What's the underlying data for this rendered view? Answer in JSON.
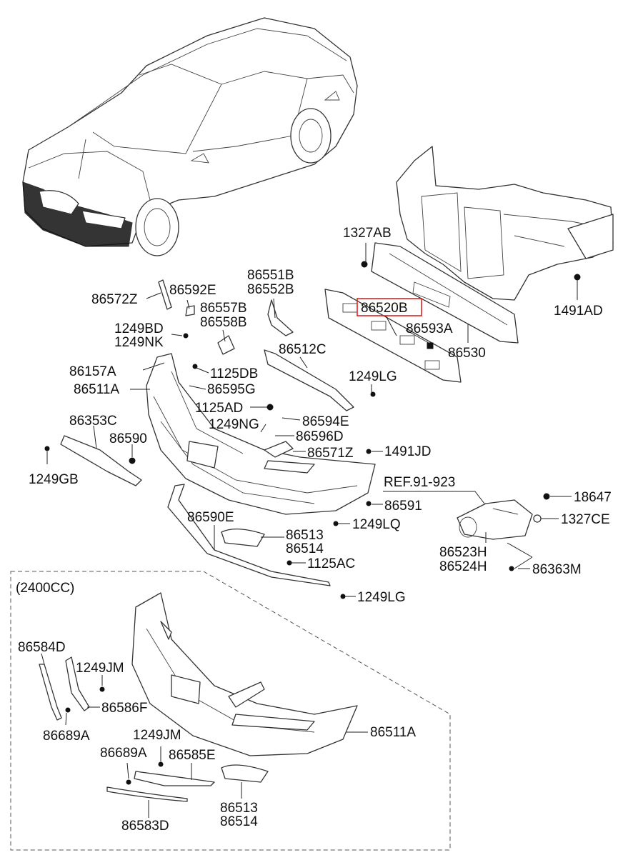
{
  "diagram": {
    "variant_label": "(2400CC)",
    "highlight_color": "#e02020",
    "parts": {
      "p_1327AB": "1327AB",
      "p_1491AD": "1491AD",
      "p_86551B": "86551B",
      "p_86552B": "86552B",
      "p_86520B": "86520B",
      "p_86572Z": "86572Z",
      "p_86592E": "86592E",
      "p_86557B": "86557B",
      "p_86558B": "86558B",
      "p_86593A": "86593A",
      "p_1249BD": "1249BD",
      "p_1249NK": "1249NK",
      "p_86512C": "86512C",
      "p_86530": "86530",
      "p_86157A": "86157A",
      "p_1125DB": "1125DB",
      "p_1249LG_a": "1249LG",
      "p_86511A_a": "86511A",
      "p_86595G": "86595G",
      "p_1125AD": "1125AD",
      "p_86594E": "86594E",
      "p_86353C": "86353C",
      "p_1249NG": "1249NG",
      "p_86596D": "86596D",
      "p_86590": "86590",
      "p_86571Z": "86571Z",
      "p_1491JD": "1491JD",
      "p_1249GB": "1249GB",
      "p_ref": "REF.91-923",
      "p_18647": "18647",
      "p_86591": "86591",
      "p_86590E": "86590E",
      "p_1327CE": "1327CE",
      "p_1249LQ": "1249LQ",
      "p_86513_a": "86513",
      "p_86514_a": "86514",
      "p_86523H": "86523H",
      "p_86524H": "86524H",
      "p_1125AC": "1125AC",
      "p_86363M": "86363M",
      "p_1249LG_b": "1249LG",
      "p_86584D": "86584D",
      "p_1249JM_a": "1249JM",
      "p_86586F": "86586F",
      "p_86689A_a": "86689A",
      "p_86511A_b": "86511A",
      "p_1249JM_b": "1249JM",
      "p_86689A_b": "86689A",
      "p_86585E": "86585E",
      "p_86513_b": "86513",
      "p_86514_b": "86514",
      "p_86583D": "86583D"
    }
  }
}
